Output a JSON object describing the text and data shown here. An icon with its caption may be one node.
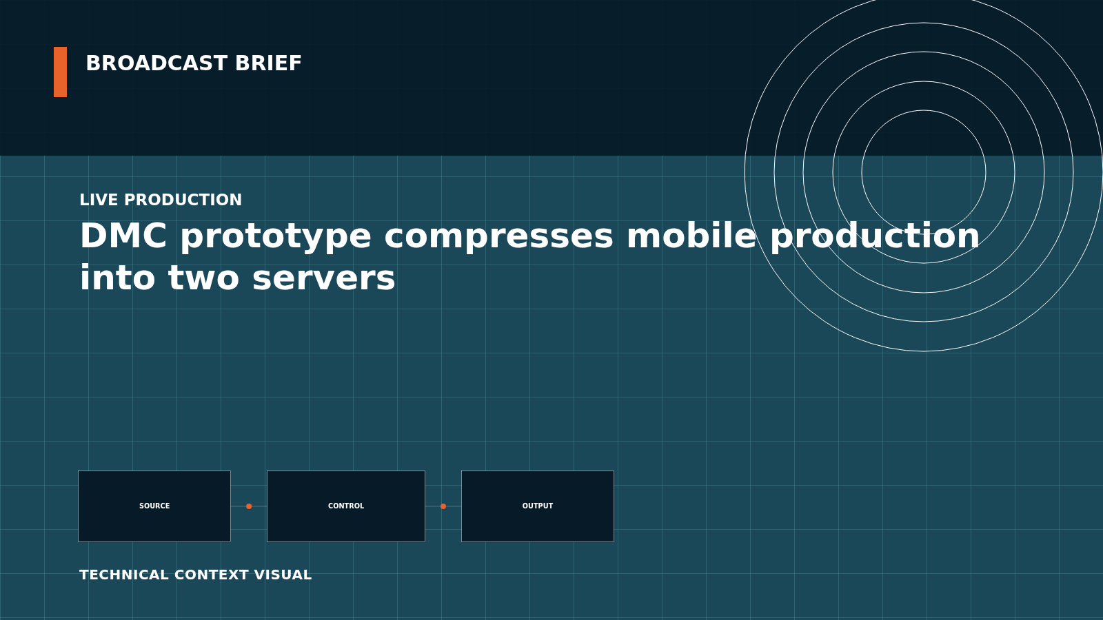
{
  "diagram": {
    "title": "DMC prototype compresses mobile production into two servers",
    "nodes": [
      {
        "text": [
          "SOURCE"
        ]
      },
      {
        "text": [
          "CONTROL"
        ]
      },
      {
        "text": [
          "OUTPUT"
        ]
      }
    ],
    "edges": [
      {
        "from": 0,
        "to": 1,
        "arrow": "none"
      },
      {
        "from": 1,
        "to": 2,
        "arrow": "none"
      }
    ],
    "labels": [
      "BROADCAST BRIEF",
      "LIVE PRODUCTION",
      "TECHNICAL CONTEXT VISUAL"
    ]
  }
}
